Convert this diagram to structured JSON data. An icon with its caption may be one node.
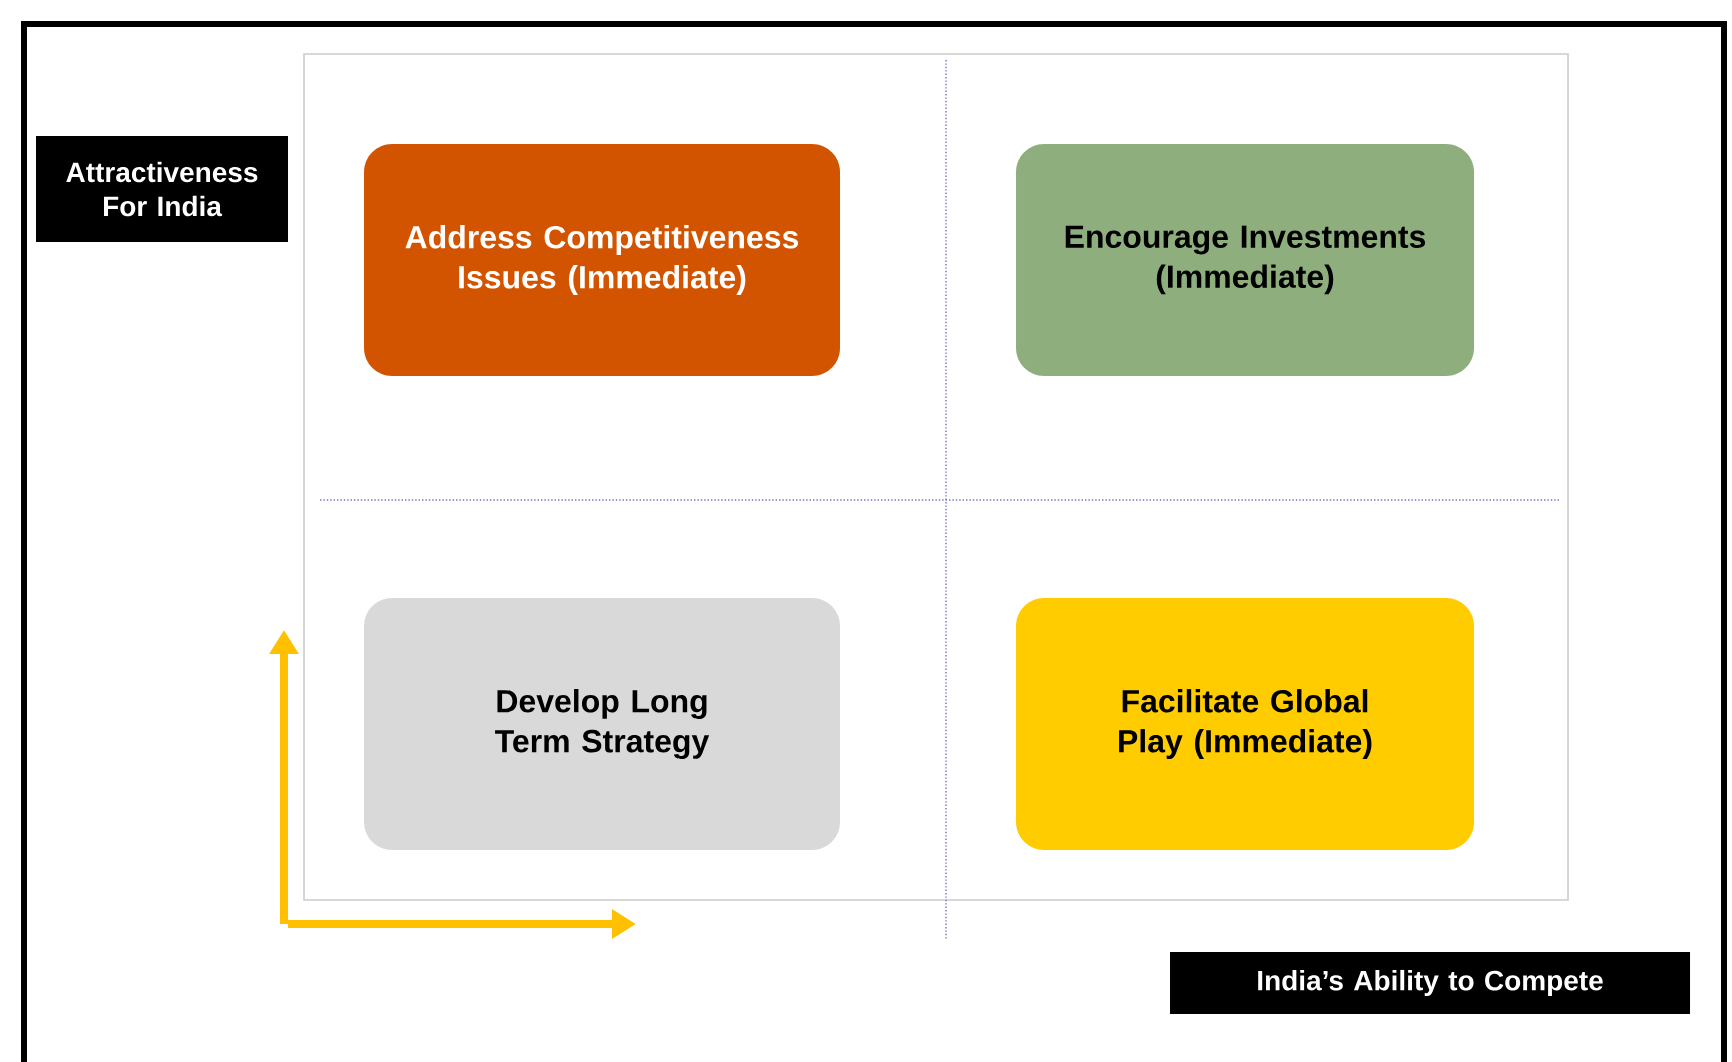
{
  "diagram": {
    "nodes": [
      {
        "text": [
          "Attractiveness For India"
        ]
      },
      {
        "text": [
          "Address Competitiveness Issues (Immediate)"
        ]
      },
      {
        "text": [
          "Encourage Investments (Immediate)"
        ]
      },
      {
        "text": [
          "Develop Long Term Strategy"
        ]
      },
      {
        "text": [
          "Facilitate Global Play (Immediate)"
        ]
      },
      {
        "text": [
          "India’s Ability to Compete"
        ]
      }
    ]
  }
}
